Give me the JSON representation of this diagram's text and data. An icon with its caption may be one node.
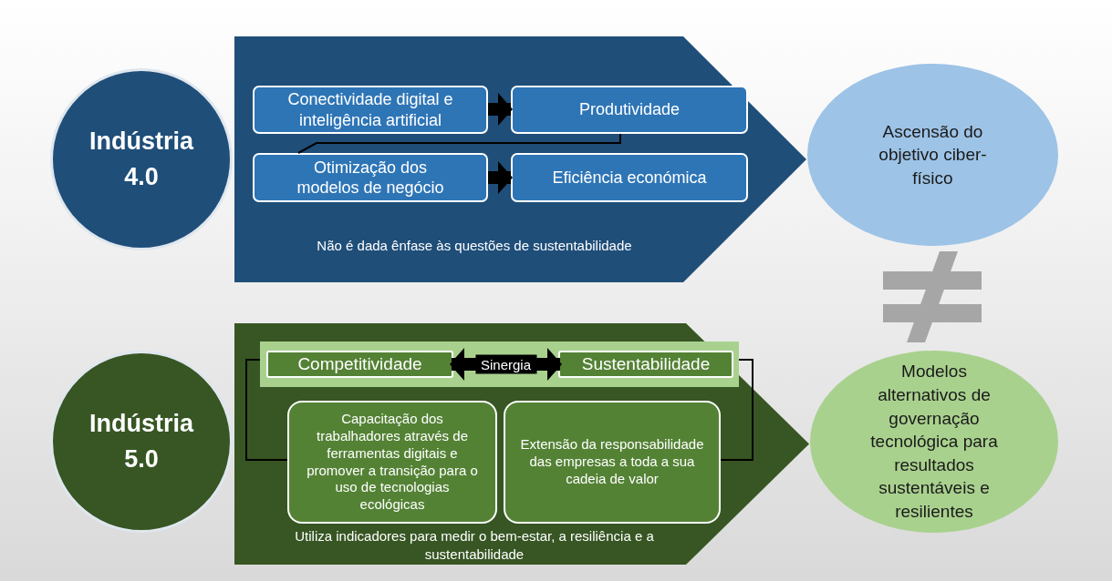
{
  "diagram": {
    "nodes": [
      {
        "text": [
          "Não é dada ênfase às questões de sustentabilidade"
        ]
      },
      {
        "text": [
          "Indústria 4.0"
        ]
      },
      {
        "text": [
          "Conectividade digital e inteligência artificial"
        ],
        "in": 0
      },
      {
        "text": [
          "Produtividade"
        ],
        "in": 0
      },
      {
        "text": [
          "Otimização dos modelos de negócio"
        ],
        "in": 0
      },
      {
        "text": [
          "Eficiência económica"
        ],
        "in": 0
      },
      {
        "text": [
          "Ascensão do objetivo ciber-físico"
        ]
      },
      {
        "text": [
          "Utiliza indicadores para medir o bem-estar, a resiliência e a sustentabilidade"
        ]
      },
      {
        "text": [
          "Indústria 5.0"
        ]
      },
      {
        "text": [],
        "shape": "bar",
        "in": 7
      },
      {
        "text": [
          "Competitividade"
        ],
        "in": 9
      },
      {
        "text": [
          "Sustentabilidade"
        ],
        "in": 9
      },
      {
        "text": [
          "Capacitação dos trabalhadores através de ferramentas digitais e promover a transição para o uso de tecnologias ecológicas"
        ],
        "in": 7
      },
      {
        "text": [
          "Extensão da responsabilidade das empresas a toda a sua cadeia de valor"
        ],
        "in": 7
      },
      {
        "text": [
          "Modelos alternativos de governação tecnológica para resultados sustentáveis e resilientes"
        ]
      }
    ],
    "edges": [
      {
        "from": 2,
        "to": 3,
        "arrow": "to",
        "style": "thick"
      },
      {
        "from": 3,
        "to": 4,
        "arrow": "none"
      },
      {
        "from": 4,
        "to": 5,
        "arrow": "to",
        "style": "thick"
      },
      {
        "from": 10,
        "to": 11,
        "arrow": "both",
        "label": "Sinergia",
        "style": "thick"
      },
      {
        "from": 9,
        "to": 12,
        "arrow": "none"
      },
      {
        "from": 9,
        "to": 13,
        "arrow": "none"
      }
    ]
  }
}
